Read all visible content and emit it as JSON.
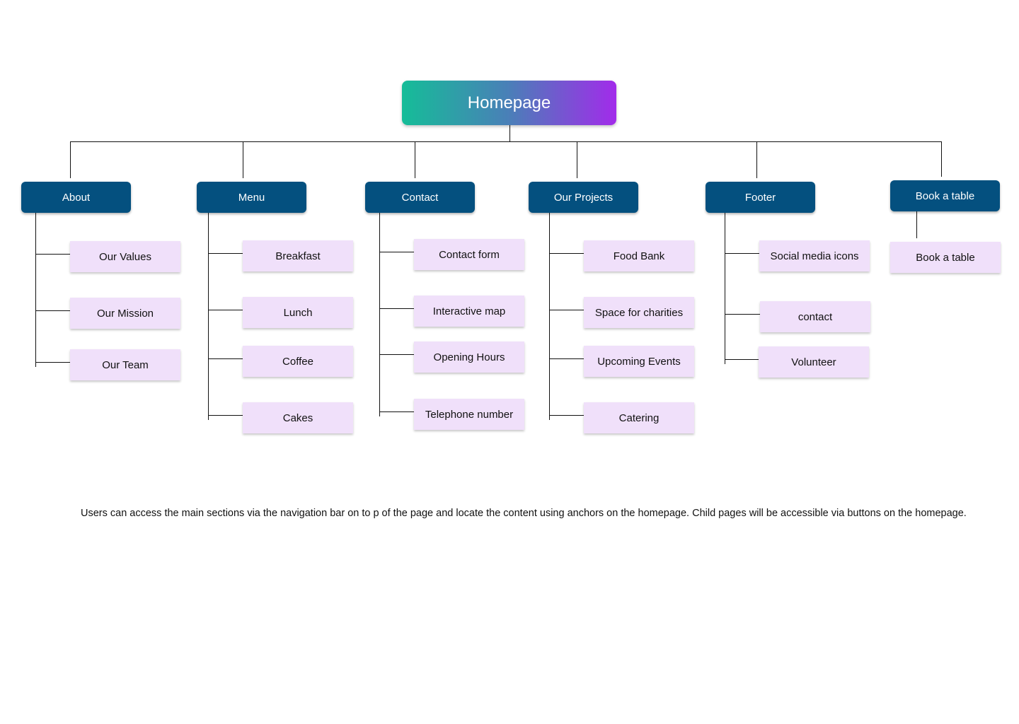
{
  "colors": {
    "root_gradient_start": "#15BD98",
    "root_gradient_mid": "#4A7FB8",
    "root_gradient_end": "#A22BEA",
    "section_fill": "#04507F",
    "page_fill": "#F0E0FA",
    "connector": "#111111"
  },
  "root": {
    "label": "Homepage"
  },
  "sections": [
    {
      "label": "About",
      "children": [
        "Our Values",
        "Our Mission",
        "Our Team"
      ]
    },
    {
      "label": "Menu",
      "children": [
        "Breakfast",
        "Lunch",
        "Coffee",
        "Cakes"
      ]
    },
    {
      "label": "Contact",
      "children": [
        "Contact form",
        "Interactive map",
        "Opening Hours",
        "Telephone number"
      ]
    },
    {
      "label": "Our Projects",
      "children": [
        "Food Bank",
        "Space for charities",
        "Upcoming Events",
        "Catering"
      ]
    },
    {
      "label": "Footer",
      "children": [
        "Social media icons",
        "contact",
        "Volunteer"
      ]
    },
    {
      "label": "Book a table",
      "children": [
        "Book a table"
      ]
    }
  ],
  "note": "Users can access the main sections via the navigation bar on to p of the page and locate the content using anchors on the homepage. Child pages will be accessible via buttons on the homepage."
}
